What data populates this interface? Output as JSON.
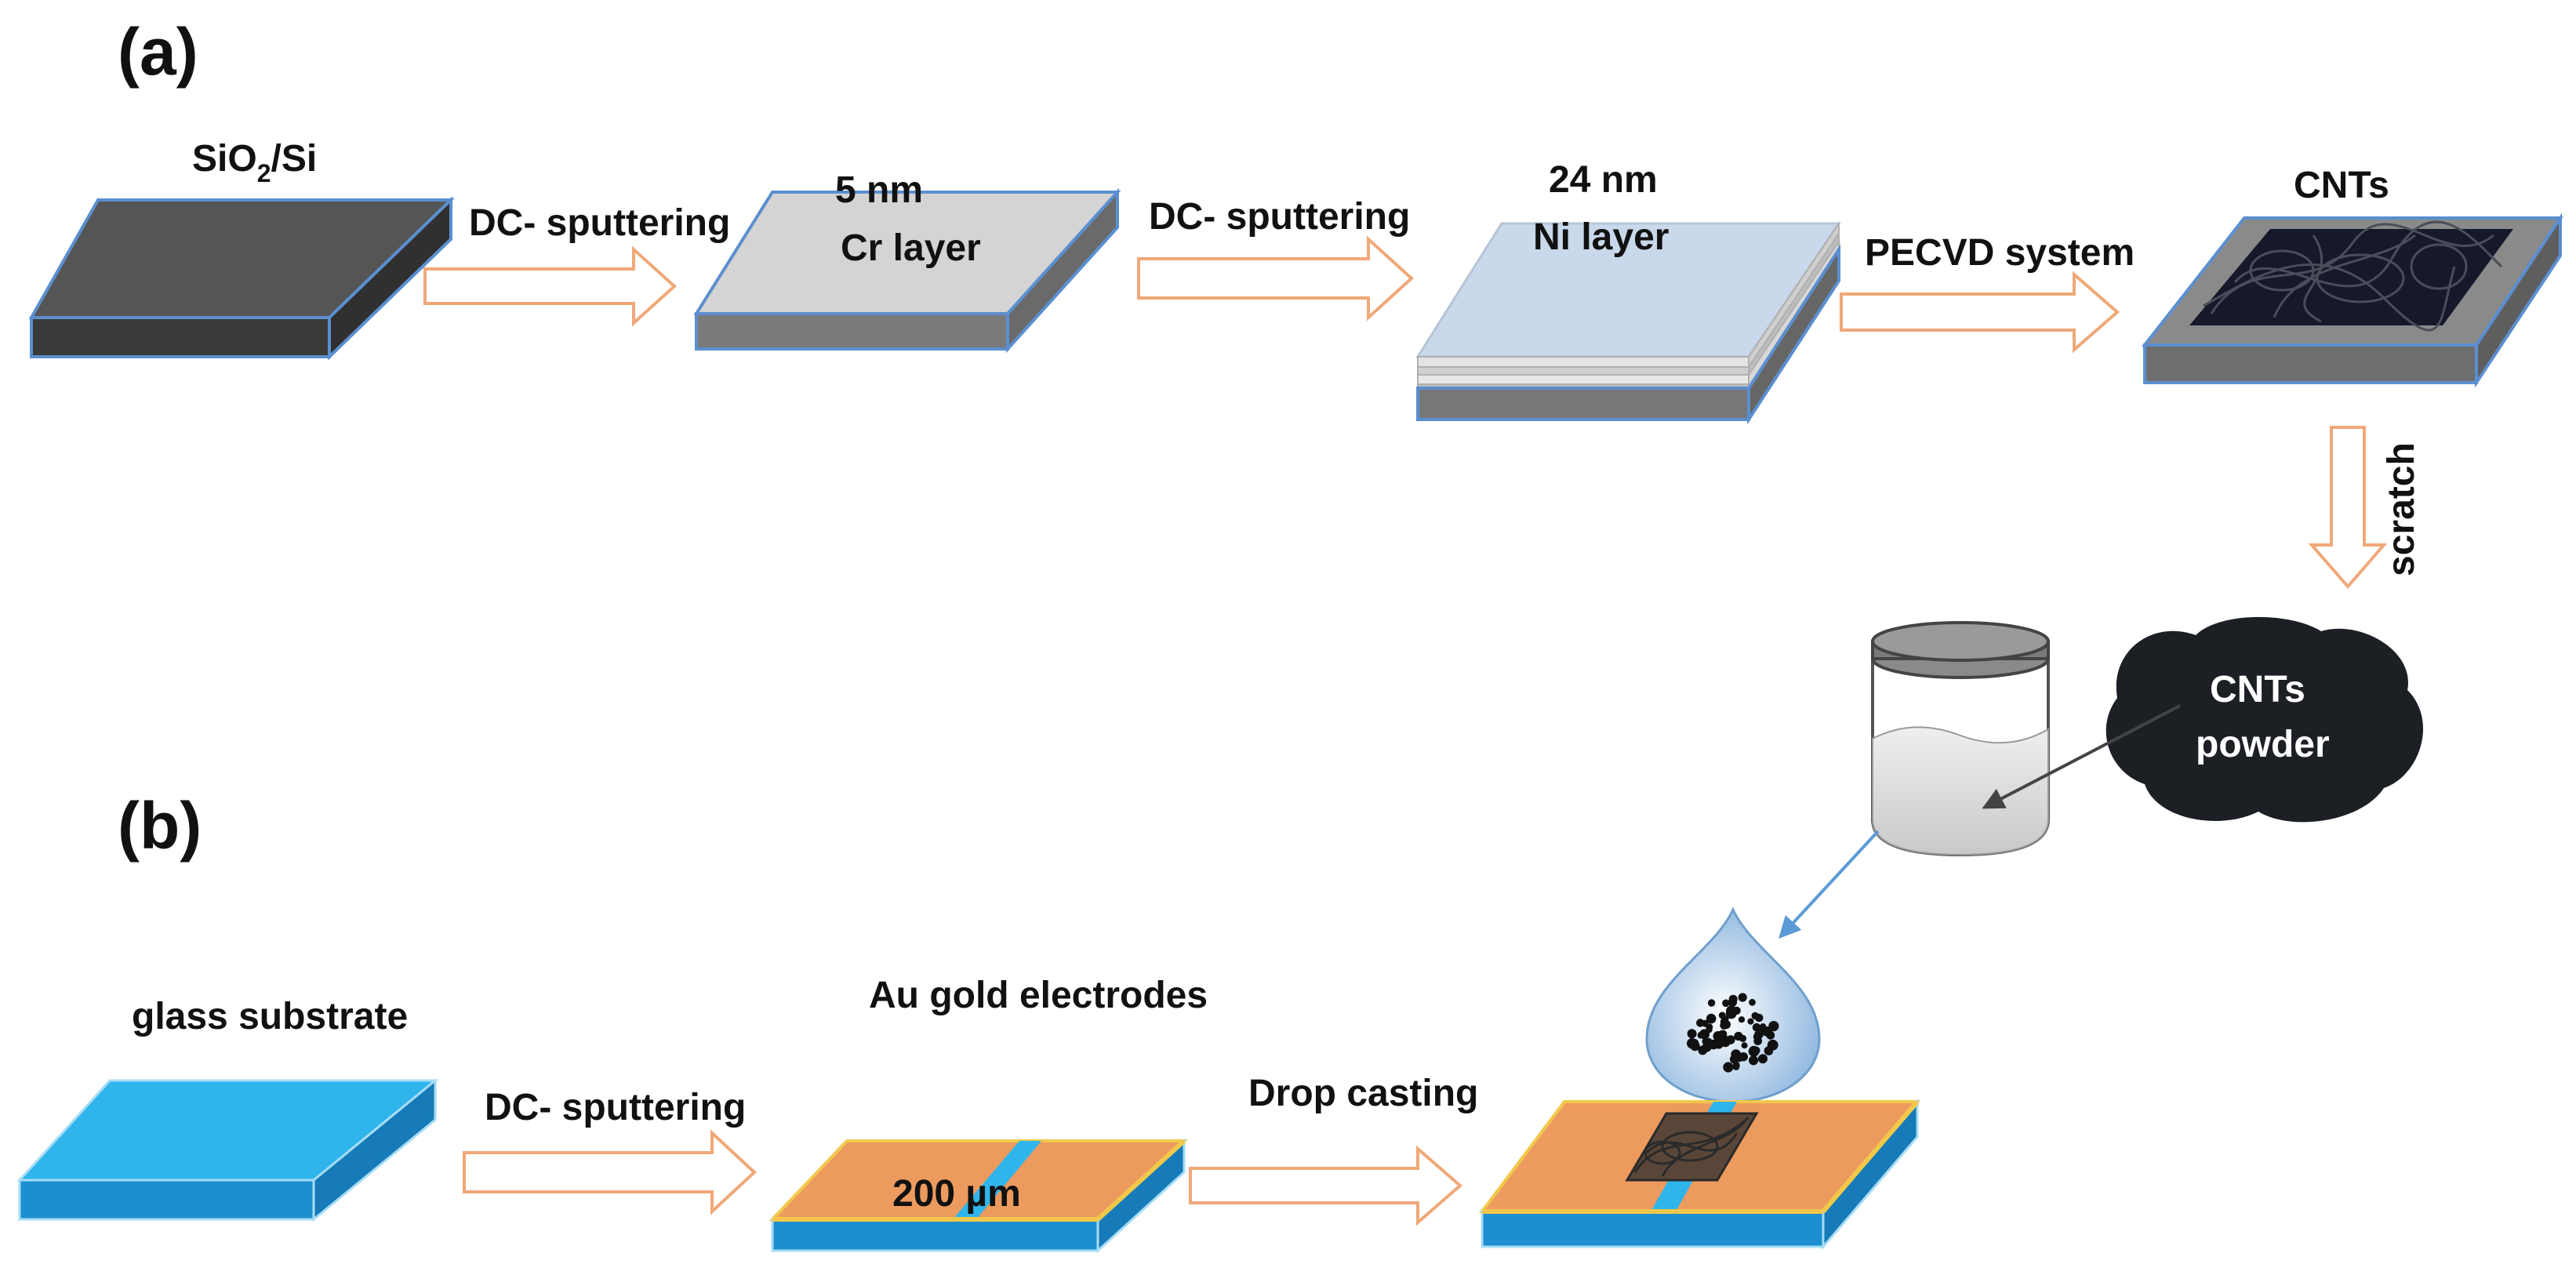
{
  "panel_a": {
    "label": "(a)",
    "sio2_label": {
      "base": "SiO",
      "sub": "2",
      "tail": "/Si"
    },
    "cr_label_line1": "5 nm",
    "cr_label_line2": "Cr layer",
    "ni_label_line1": "24 nm",
    "ni_label_line2": "Ni  layer",
    "cnts_label": "CNTs",
    "arrow1_label": "DC- sputtering",
    "arrow2_label": "DC- sputtering",
    "arrow3_label": "PECVD system",
    "arrow_down_label": "scratch"
  },
  "powder": {
    "label_line1": "CNTs",
    "label_line2": "powder"
  },
  "panel_b": {
    "label": "(b)",
    "glass_label": "glass substrate",
    "arrow1_label": "DC- sputtering",
    "electrodes_label": "Au gold electrodes",
    "gap_label": "200 µm",
    "arrow2_label": "Drop casting"
  },
  "colors": {
    "arrow": "#f0a878",
    "sio2_top": "#555555",
    "sio2_side": "#3a3a3a",
    "edge_blue": "#5b8fd0",
    "cr_top": "#d4d4d4",
    "cr_side": "#7a7a7a",
    "ni_top": "#c9d8ea",
    "glass_top": "#2fb4ec",
    "glass_side": "#1d8fd0",
    "gold": "#ed9a5e",
    "gold_edge": "#f2c84b",
    "powder": "#1c1f24"
  }
}
